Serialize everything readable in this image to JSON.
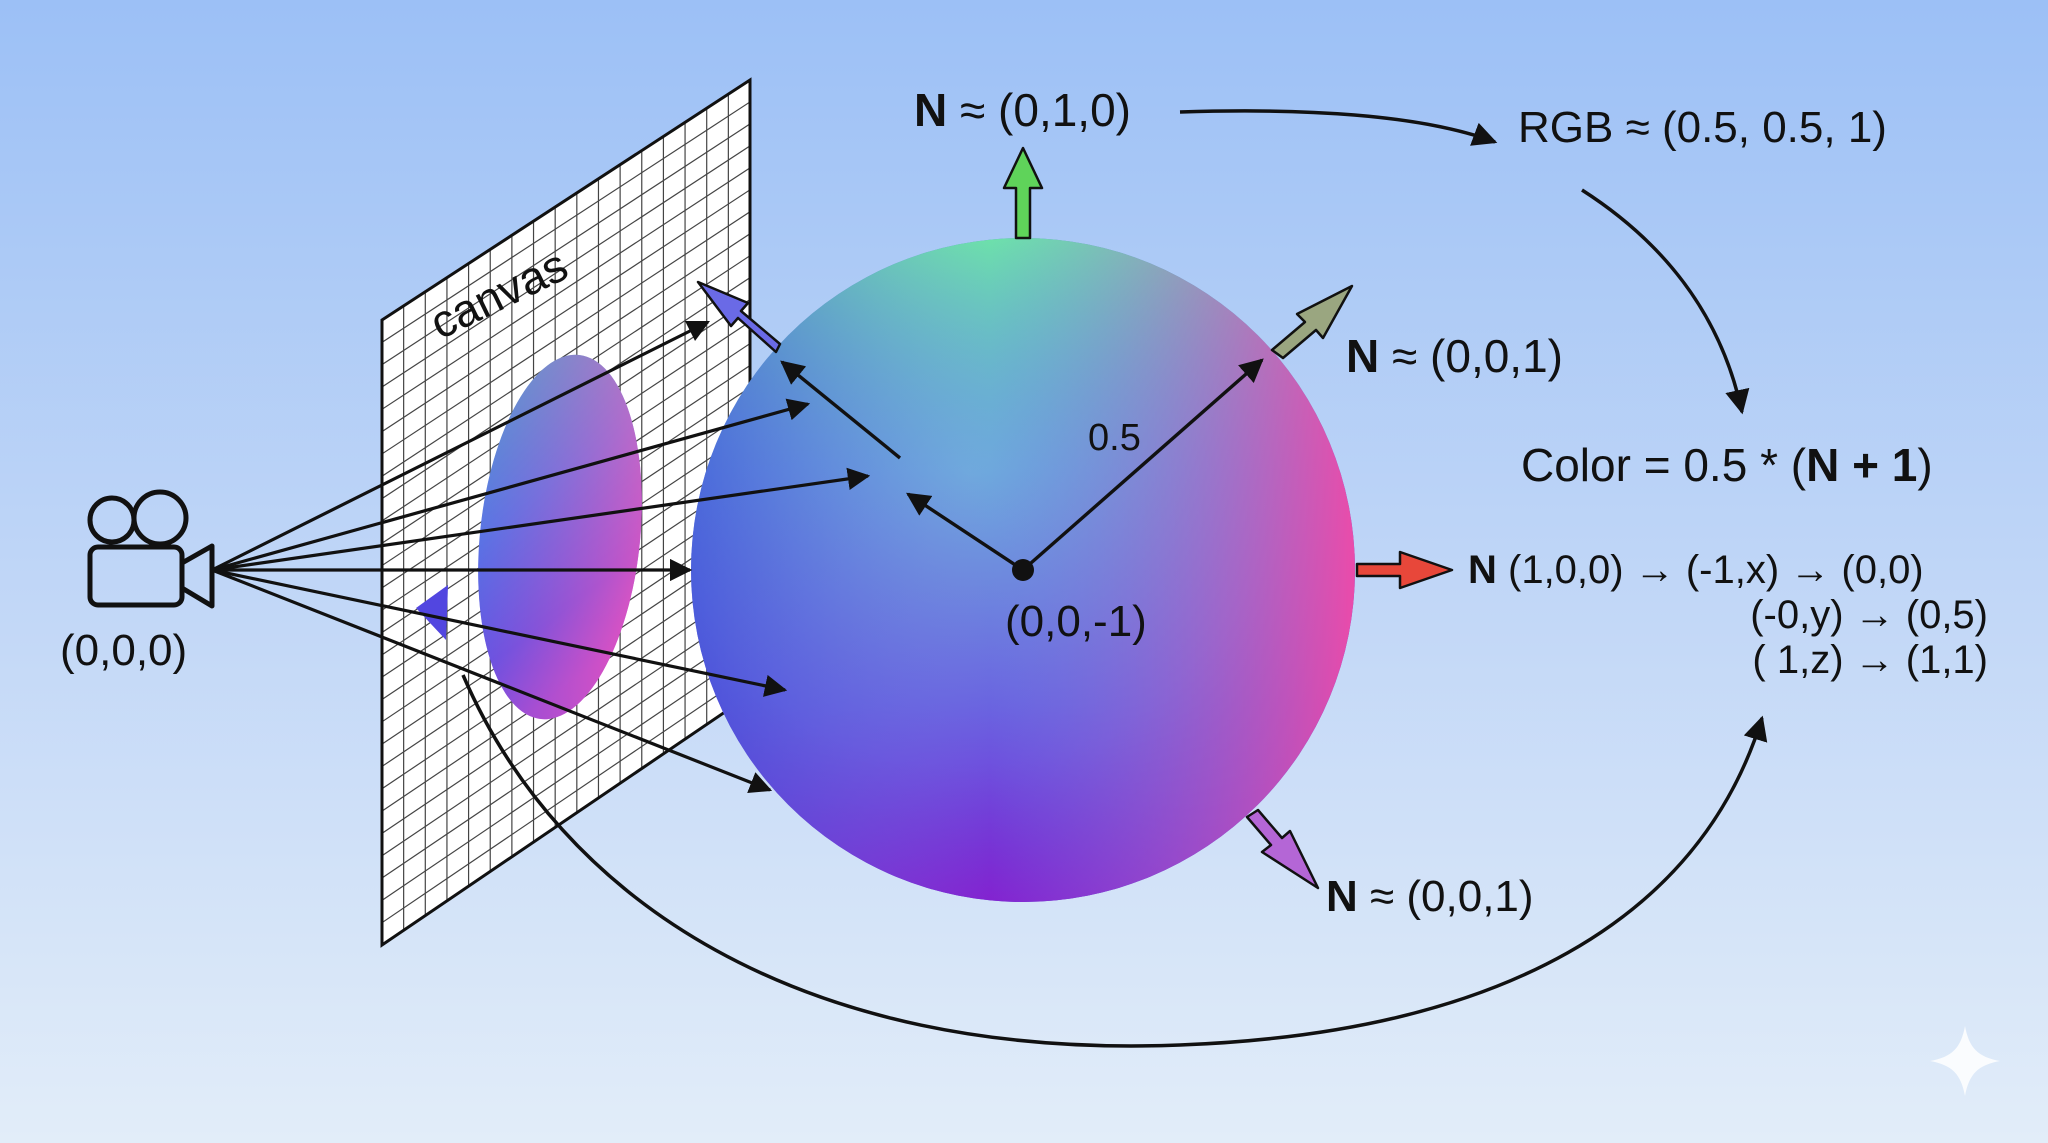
{
  "labels": {
    "camera_origin": "(0,0,0)",
    "canvas": "canvas",
    "sphere_center": "(0,0,-1)",
    "radius": "0.5",
    "normal_top": {
      "n": "N",
      "rest": " ≈ (0,1,0)"
    },
    "rgb_result": "RGB ≈ (0.5, 0.5, 1)",
    "normal_diag": {
      "n": "N",
      "rest": " ≈ (0,0,1)"
    },
    "formula": {
      "left": "Color = 0.5 * (",
      "bold": "N + 1",
      "right": ")"
    },
    "normal_right": {
      "n": "N",
      "rest": " (1,0,0) → (-1,x) → (0,0)"
    },
    "mapping_line2": "(-0,y) → (0,5)",
    "mapping_line3": "( 1,z) → (1,1)",
    "normal_bottom": {
      "n": "N",
      "rest": " ≈ (0,0,1)"
    }
  },
  "arrow_colors": {
    "up": "#5fd35a",
    "diag": "#9aa680",
    "left_up": "#6a6ae6",
    "right": "#e8473a",
    "down_right": "#b466d6"
  },
  "icons": {
    "camera": "movie-camera-icon",
    "sparkle": "sparkle-icon"
  }
}
